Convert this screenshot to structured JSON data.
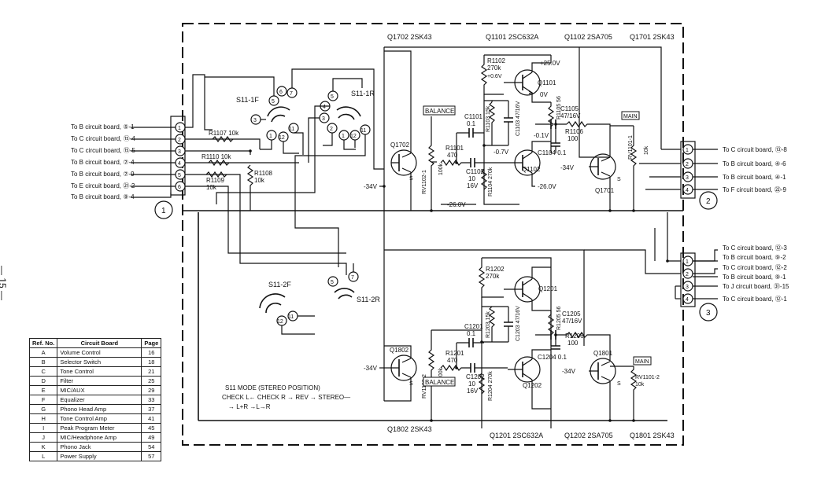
{
  "page_number": "— 15 —",
  "transistors_top": [
    {
      "ref": "Q1702",
      "type": "2SK43"
    },
    {
      "ref": "Q1101",
      "type": "2SC632A"
    },
    {
      "ref": "Q1102",
      "type": "2SA705"
    },
    {
      "ref": "Q1701",
      "type": "2SK43"
    }
  ],
  "transistors_bottom": [
    {
      "ref": "Q1802",
      "type": "2SK43"
    },
    {
      "ref": "Q1201",
      "type": "2SC632A"
    },
    {
      "ref": "Q1202",
      "type": "2SA705"
    },
    {
      "ref": "Q1801",
      "type": "2SK43"
    }
  ],
  "connector1": {
    "id": "1",
    "pins": [
      {
        "pin": "1",
        "dest": "To B circuit board,",
        "ref": "⑤-1"
      },
      {
        "pin": "2",
        "dest": "To C circuit board,",
        "ref": "⑮-4"
      },
      {
        "pin": "3",
        "dest": "To C circuit board,",
        "ref": "⑮-5"
      },
      {
        "pin": "4",
        "dest": "To B circuit board,",
        "ref": "⑦-4"
      },
      {
        "pin": "5",
        "dest": "To B circuit board,",
        "ref": "⑦-9"
      },
      {
        "pin": "6",
        "dest": "To E circuit board,",
        "ref": "㉑-2"
      },
      {
        "pin": "",
        "dest": "To B circuit board,",
        "ref": "⑨-4"
      }
    ]
  },
  "connector2": {
    "id": "2",
    "pins": [
      {
        "pin": "1",
        "dest": "To C circuit board,",
        "ref": "⑬-8"
      },
      {
        "pin": "2",
        "dest": "To B circuit board,",
        "ref": "④-6"
      },
      {
        "pin": "3",
        "dest": "To B circuit board,",
        "ref": "④-1"
      },
      {
        "pin": "4",
        "dest": "To F circuit board,",
        "ref": "㉒-9"
      }
    ]
  },
  "connector3": {
    "id": "3",
    "pins": [
      {
        "pin": "1",
        "dest": "To C circuit board,",
        "ref": "⑫-3"
      },
      {
        "pin": "",
        "dest": "To B circuit board,",
        "ref": "⑨-2"
      },
      {
        "pin": "2",
        "dest": "To C circuit board,",
        "ref": "⑫-2"
      },
      {
        "pin": "",
        "dest": "To B circuit board,",
        "ref": "⑨-1"
      },
      {
        "pin": "3",
        "dest": "To J circuit board,",
        "ref": "㉛-15"
      },
      {
        "pin": "4",
        "dest": "To C circuit board,",
        "ref": "⑫-1"
      }
    ]
  },
  "switches": {
    "s1f": "S11-1F",
    "s1r": "S11-1R",
    "s2f": "S11-2F",
    "s2r": "S11-2R",
    "mode_title": "S11  MODE (STEREO POSITION)",
    "mode_line1": "CHECK L←  CHECK R →  REV →  STEREO—",
    "mode_line2": "→ L+R  →L→R"
  },
  "labels": {
    "balance": "BALANCE",
    "main": "MAIN",
    "v_plus25": "+25.0V",
    "v_minus26": "-26.0V",
    "v_minus34": "-34V",
    "v_0": "0V",
    "v_m01": "-0.1V",
    "v_m07": "-0.7V",
    "v_p06": "+0.6V"
  },
  "components_top": {
    "r1107": "R1107 10k",
    "r1110": "R1110 10k",
    "r1108": "R1108",
    "r1108v": "10k",
    "r1109": "R1109",
    "r1109v": "10k",
    "r1102": "R1102",
    "r1102v": "270k",
    "r1103": "R1103 15k",
    "c1103": "C1103 47/16V",
    "r1105": "R1105 56",
    "c1105": "C1105",
    "c1105v": "47/16V",
    "r1106": "R1106",
    "r1106v": "100",
    "c1104": "C1104  0.1",
    "c1101": "C1101",
    "c1101v": "0.1",
    "r1101": "R1101",
    "r1101v": "470",
    "c1102": "C1102",
    "c1102v": "10",
    "c1102v2": "16V",
    "rv1102": "RV1102-1",
    "rv1102v": "100k",
    "r1104": "R1104 270k",
    "rv1101": "RV1101-1",
    "rv1101v": "10k"
  },
  "components_bottom": {
    "r1202": "R1202",
    "r1202v": "270k",
    "r1203": "R1203 15k",
    "c1203": "C1203 47/16V",
    "r1205": "R1205 56",
    "c1205": "C1205",
    "c1205v": "47/16V",
    "r1206": "R1206",
    "r1206v": "100",
    "c1204": "C1204  0.1",
    "c1201": "C1201",
    "c1201v": "0.1",
    "r1201": "R1201",
    "r1201v": "470",
    "c1202": "C1202",
    "c1202v": "10",
    "c1202v2": "16V",
    "rv1102": "RV1102-2",
    "rv1102v": "100k",
    "r1204": "R1204 270k",
    "rv1101": "RV1101-2",
    "rv1101v": "10k"
  },
  "ref_table": {
    "headers": [
      "Ref. No.",
      "Circuit Board",
      "Page"
    ],
    "rows": [
      [
        "A",
        "Volume Control",
        "16"
      ],
      [
        "B",
        "Selector Switch",
        "18"
      ],
      [
        "C",
        "Tone Control",
        "21"
      ],
      [
        "D",
        "Filter",
        "25"
      ],
      [
        "E",
        "MIC/AUX",
        "29"
      ],
      [
        "F",
        "Equalizer",
        "33"
      ],
      [
        "G",
        "Phono Head Amp",
        "37"
      ],
      [
        "H",
        "Tone Control Amp",
        "41"
      ],
      [
        "I",
        "Peak Program Meter",
        "45"
      ],
      [
        "J",
        "MIC/Headphone Amp",
        "49"
      ],
      [
        "K",
        "Phono Jack",
        "54"
      ],
      [
        "L",
        "Power Supply",
        "57"
      ]
    ]
  }
}
